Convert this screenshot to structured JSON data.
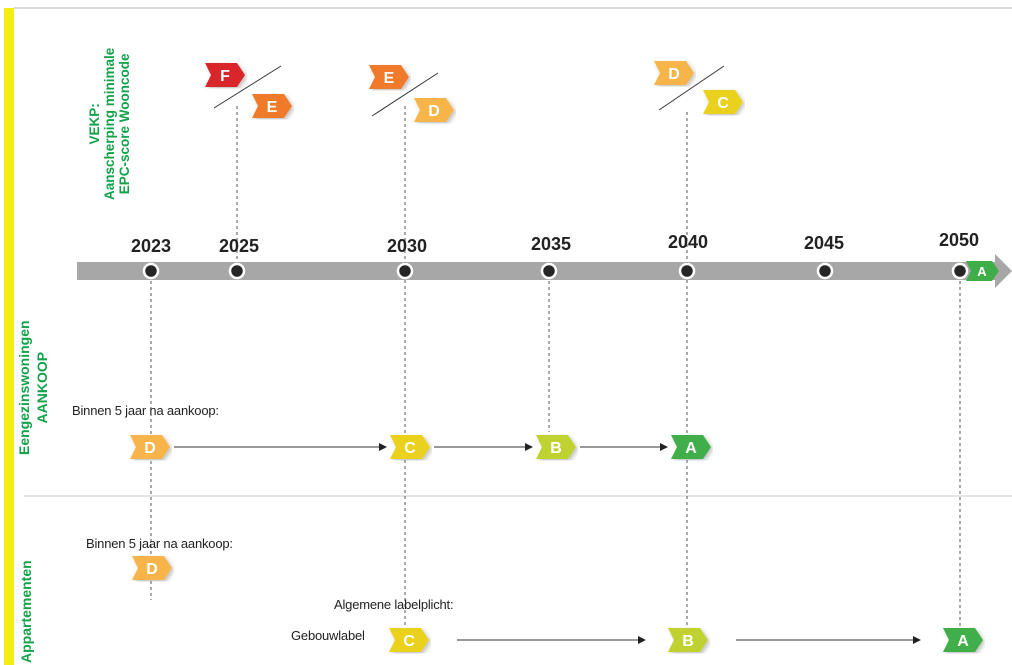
{
  "colors": {
    "F": "#d8262c",
    "E": "#ee7a2a",
    "D": "#f6b44a",
    "C": "#e9d11b",
    "B": "#bfd230",
    "A": "#3fae49",
    "timeline": "#a7a7a7",
    "dot": "#262626",
    "side_bar": "#f5ec14",
    "green_text": "#11a24a"
  },
  "side_labels": {
    "vekp": [
      "VEKP:",
      "Aanscherping minimale",
      "EPC-score Wooncode"
    ],
    "eengezins": [
      "Eengezinswoningen",
      "AANKOOP"
    ],
    "appartementen": "Appartementen"
  },
  "timeline": {
    "years": [
      "2023",
      "2025",
      "2030",
      "2035",
      "2040",
      "2045",
      "2050"
    ],
    "end_label": "A"
  },
  "vekp_changes": [
    {
      "year": "2025",
      "from": "F",
      "to": "E"
    },
    {
      "year": "2030",
      "from": "E",
      "to": "D"
    },
    {
      "year": "2040",
      "from": "D",
      "to": "C"
    }
  ],
  "eengezins": {
    "note": "Binnen 5 jaar na aankoop:",
    "steps": [
      {
        "year": "2023",
        "label": "D"
      },
      {
        "year": "2030",
        "label": "C"
      },
      {
        "year": "2035",
        "label": "B"
      },
      {
        "year": "2040",
        "label": "A"
      }
    ]
  },
  "appartementen": {
    "note": "Binnen 5 jaar na aankoop:",
    "start_label": "D",
    "general_note": "Algemene labelplicht:",
    "building_label": "Gebouwlabel",
    "steps": [
      {
        "year": "2030",
        "label": "C"
      },
      {
        "year": "2040",
        "label": "B"
      },
      {
        "year": "2050",
        "label": "A"
      }
    ]
  }
}
